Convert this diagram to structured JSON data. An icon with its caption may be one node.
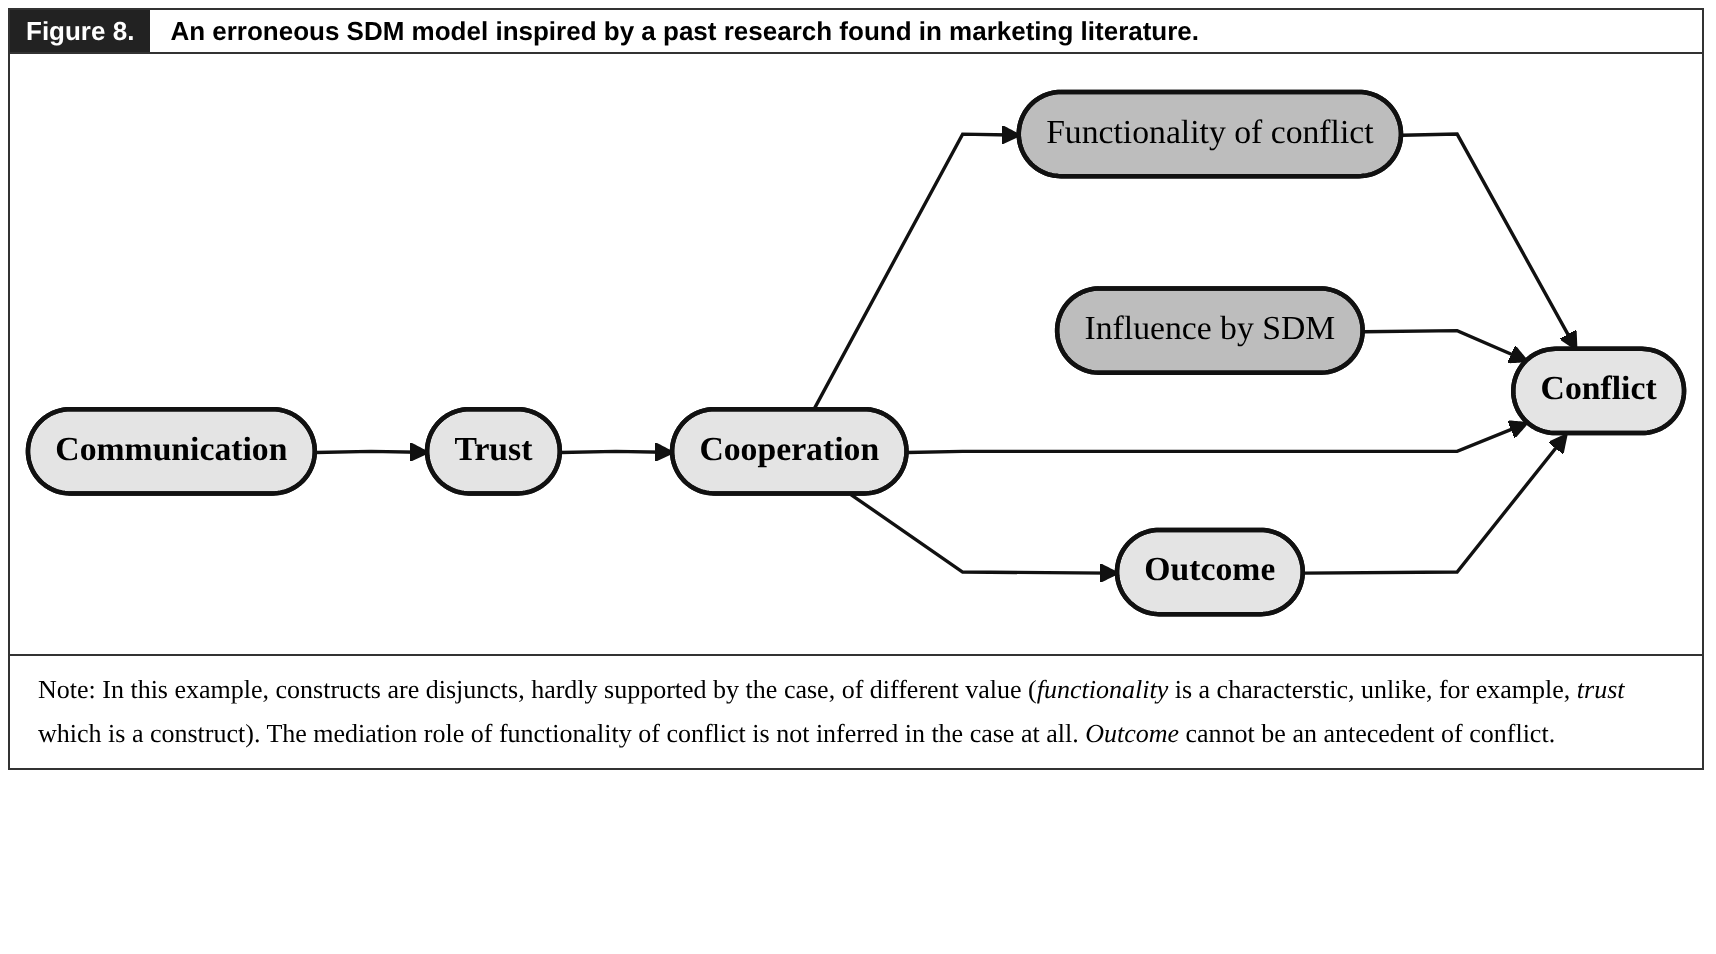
{
  "diagram": {
    "title": "An erroneous SDM model inspired by a past research found in marketing literature.",
    "caption": "Note: In this example, constructs are disjuncts, hardly supported by the case, of different value (*functionality* is a characterstic, unlike, for example, *trust* which is a construct). The mediation role of functionality of conflict is not inferred in the case at all. *Outcome* cannot be an antecedent of conflict.",
    "nodes": [
      {
        "text": [
          "Communication"
        ]
      },
      {
        "text": [
          "Influence by SDM"
        ]
      },
      {
        "text": [
          "Functionality of conflict"
        ]
      },
      {
        "text": [
          "Trust"
        ]
      },
      {
        "text": [
          "Cooperation"
        ]
      },
      {
        "text": [
          "Conflict"
        ]
      },
      {
        "text": [
          "Outcome"
        ]
      }
    ],
    "edges": [
      {
        "from": 0,
        "to": 3,
        "arrow": "to"
      },
      {
        "from": 3,
        "to": 4,
        "arrow": "to"
      },
      {
        "from": 4,
        "to": 2,
        "arrow": "to"
      },
      {
        "from": 2,
        "to": 5,
        "arrow": "to"
      },
      {
        "from": 1,
        "to": 5,
        "arrow": "to"
      },
      {
        "from": 4,
        "to": 5,
        "arrow": "to"
      },
      {
        "from": 4,
        "to": 6,
        "arrow": "to"
      },
      {
        "from": 6,
        "to": 5,
        "arrow": "to"
      }
    ],
    "labels": [
      "Figure 8."
    ]
  }
}
